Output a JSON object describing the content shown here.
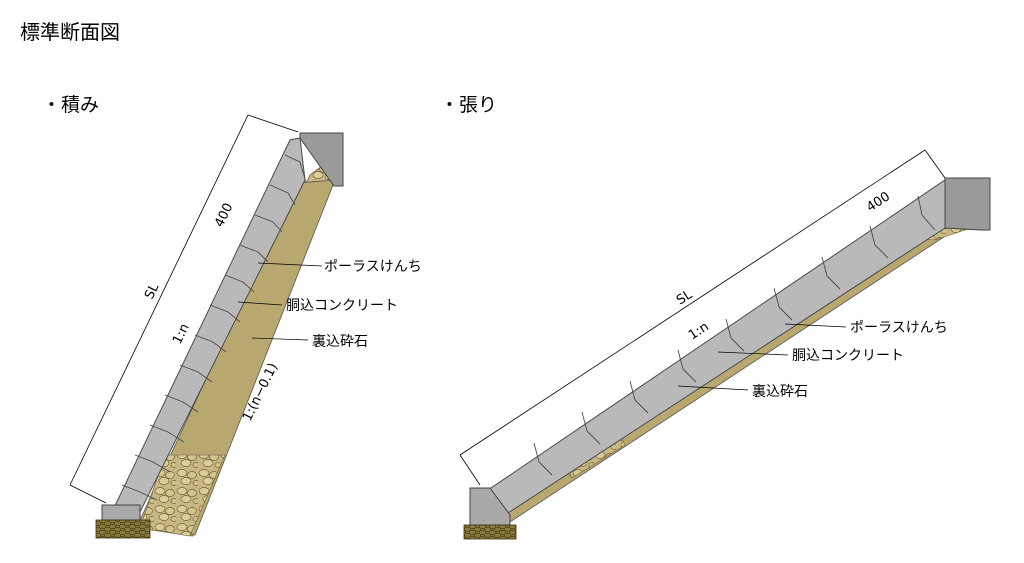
{
  "page": {
    "title": "標準断面図"
  },
  "tsumi": {
    "heading": "・積み",
    "dim_sl": "SL",
    "dim_400": "400",
    "slope_front": "1:n",
    "slope_back": "1:(n−0.1)",
    "label_porous": "ポーラスけんち",
    "label_concrete": "胴込コンクリート",
    "label_gravel": "裏込砕石"
  },
  "hari": {
    "heading": "・張り",
    "dim_sl": "SL",
    "dim_400": "400",
    "slope_front": "1:n",
    "label_porous": "ポーラスけんち",
    "label_concrete": "胴込コンクリート",
    "label_gravel": "裏込砕石"
  },
  "colors": {
    "block": "#b9b9b9",
    "block_dark": "#a8a8a8",
    "block_edge": "#4a4a4a",
    "concrete": "#b8a870",
    "gravel": "#c9b884",
    "foundation": "#8a7a3a",
    "crown": "#9a9a9a"
  }
}
